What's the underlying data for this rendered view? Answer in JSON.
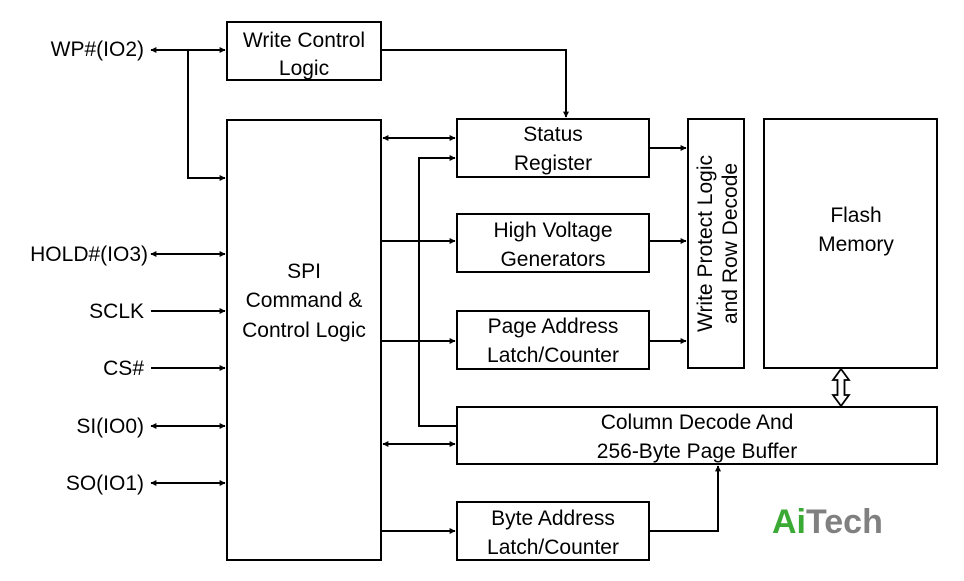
{
  "pins": {
    "wp": "WP#(IO2)",
    "hold": "HOLD#(IO3)",
    "sclk": "SCLK",
    "cs": "CS#",
    "si": "SI(IO0)",
    "so": "SO(IO1)"
  },
  "blocks": {
    "write_control": [
      "Write Control",
      "Logic"
    ],
    "spi": [
      "SPI",
      "Command &",
      "Control Logic"
    ],
    "status_register": [
      "Status",
      "Register"
    ],
    "high_voltage": [
      "High Voltage",
      "Generators"
    ],
    "page_address": [
      "Page Address",
      "Latch/Counter"
    ],
    "byte_address": [
      "Byte Address",
      "Latch/Counter"
    ],
    "write_protect": [
      "Write Protect Logic",
      "and Row Decode"
    ],
    "flash_memory": [
      "Flash",
      "Memory"
    ],
    "column_decode": [
      "Column Decode And",
      "256-Byte Page Buffer"
    ]
  },
  "logo": {
    "part1": "Ai",
    "part2": "Tech",
    "color1": "#3aaa35",
    "color2": "#808080"
  }
}
